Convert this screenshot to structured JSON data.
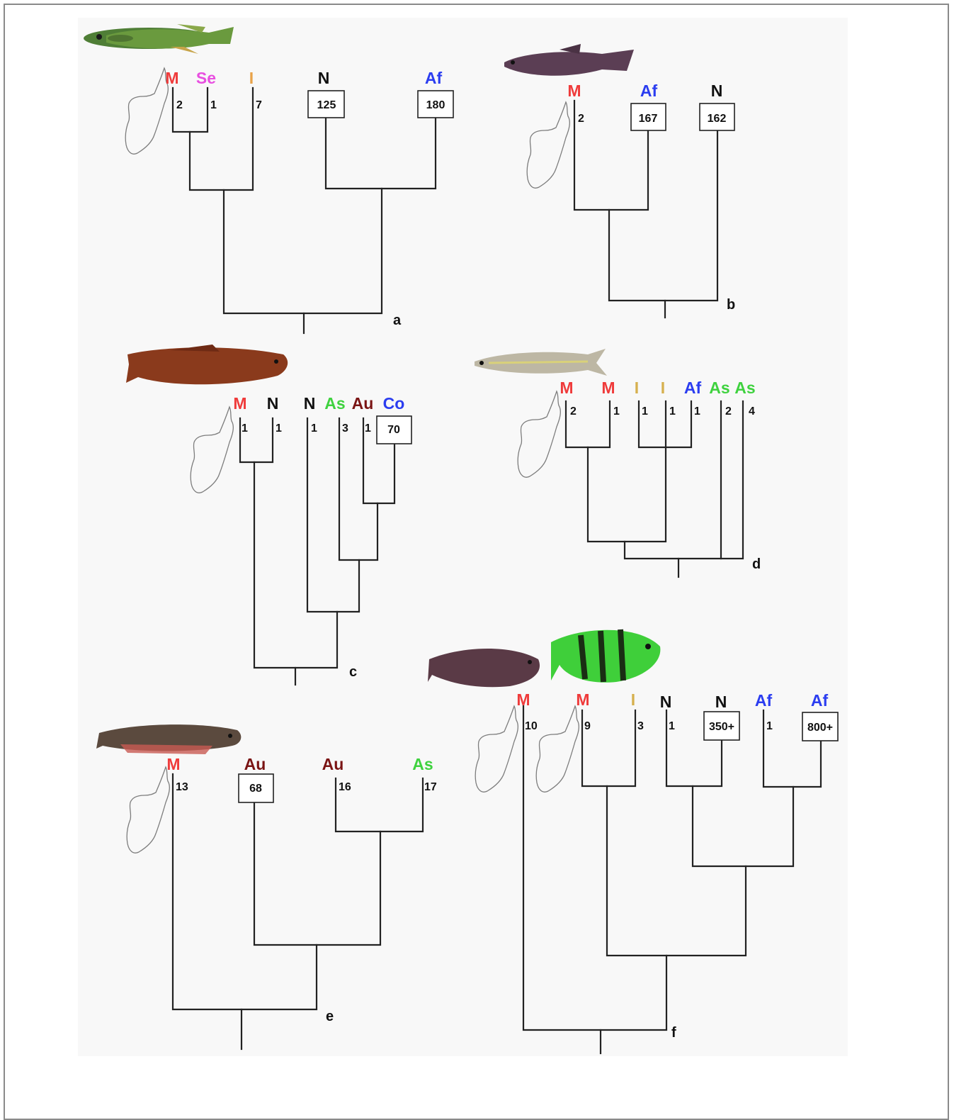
{
  "colors": {
    "M": "#ef3b3b",
    "Se": "#e84fe0",
    "I": "#e9a34a",
    "N": "#111111",
    "Af": "#2b3df0",
    "As": "#3fd23f",
    "Au": "#7a1414",
    "Co": "#2b3df0"
  },
  "icons": [
    "madagascar-outline-icon",
    "fish-photo-icon"
  ],
  "panels": {
    "a": {
      "label": "a",
      "taxa": [
        {
          "area": "M",
          "n": "2",
          "boxed": false
        },
        {
          "area": "Se",
          "n": "1",
          "boxed": false
        },
        {
          "area": "I",
          "n": "7",
          "boxed": false
        },
        {
          "area": "N",
          "n": "125",
          "boxed": true
        },
        {
          "area": "Af",
          "n": "180",
          "boxed": true
        }
      ]
    },
    "b": {
      "label": "b",
      "taxa": [
        {
          "area": "M",
          "n": "2",
          "boxed": false
        },
        {
          "area": "Af",
          "n": "167",
          "boxed": true
        },
        {
          "area": "N",
          "n": "162",
          "boxed": true
        }
      ]
    },
    "c": {
      "label": "c",
      "taxa": [
        {
          "area": "M",
          "n": "1",
          "boxed": false
        },
        {
          "area": "N",
          "n": "1",
          "boxed": false
        },
        {
          "area": "N",
          "n": "1",
          "boxed": false
        },
        {
          "area": "As",
          "n": "3",
          "boxed": false
        },
        {
          "area": "Au",
          "n": "1",
          "boxed": false
        },
        {
          "area": "Co",
          "n": "70",
          "boxed": true
        }
      ]
    },
    "d": {
      "label": "d",
      "taxa": [
        {
          "area": "M",
          "n": "2",
          "boxed": false
        },
        {
          "area": "M",
          "n": "1",
          "boxed": false
        },
        {
          "area": "I",
          "n": "1",
          "boxed": false
        },
        {
          "area": "I",
          "n": "1",
          "boxed": false
        },
        {
          "area": "Af",
          "n": "1",
          "boxed": false
        },
        {
          "area": "As",
          "n": "2",
          "boxed": false
        },
        {
          "area": "As",
          "n": "4",
          "boxed": false
        }
      ]
    },
    "e": {
      "label": "e",
      "taxa": [
        {
          "area": "M",
          "n": "13",
          "boxed": false
        },
        {
          "area": "Au",
          "n": "68",
          "boxed": true
        },
        {
          "area": "Au",
          "n": "16",
          "boxed": false
        },
        {
          "area": "As",
          "n": "17",
          "boxed": false
        }
      ]
    },
    "f": {
      "label": "f",
      "taxa": [
        {
          "area": "M",
          "n": "10",
          "boxed": false
        },
        {
          "area": "M",
          "n": "9",
          "boxed": false
        },
        {
          "area": "I",
          "n": "3",
          "boxed": false
        },
        {
          "area": "N",
          "n": "1",
          "boxed": false
        },
        {
          "area": "N",
          "n": "350+",
          "boxed": true
        },
        {
          "area": "Af",
          "n": "1",
          "boxed": false
        },
        {
          "area": "Af",
          "n": "800+",
          "boxed": true
        }
      ]
    }
  }
}
